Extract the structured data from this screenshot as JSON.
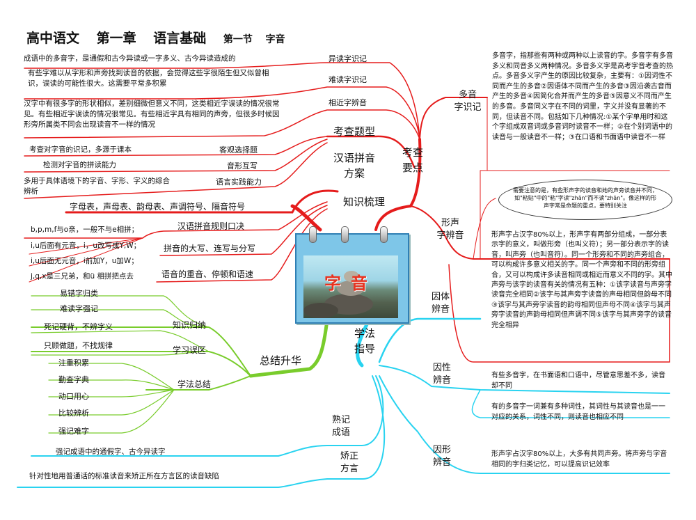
{
  "title": {
    "textbook": "高中语文",
    "chapter": "第一章",
    "unit": "语言基础",
    "section": "第一节",
    "topic": "字音"
  },
  "center": {
    "label": "字音"
  },
  "branches": {
    "knowledge": "知识梳理",
    "exam_points": "考查\n要点",
    "exam_types": "考查题型",
    "pinyin_plan": "汉语拼音\n方案",
    "summary": "总结升华",
    "methods": "学法\n指导",
    "polyphone": "多音\n字识记",
    "shape_sound": "形声\n字辨音",
    "by_body": "因体\n辨音",
    "by_pos": "因性\n辨音",
    "by_shape": "因形\n辨音",
    "memorize": "熟记\n成语",
    "correct": "矫正\n方言"
  },
  "exam_point_items": [
    {
      "label": "异读字识记",
      "desc": "成语中的多音字，是通假和古今异读或一字多义、古今异读造成的"
    },
    {
      "label": "难读字识记",
      "desc": "有些字难以从字形和声旁找到读音的依据，会觉得这些字很陌生但又似曾相识，误读的可能性很大。这需要平常多积累"
    },
    {
      "label": "相近字辨音",
      "desc": "汉字中有很多字的形状相似，差别细微但意义不同，这类相近字误读的情况很常见。有些相近字误读的情况很常见。有些相近字具有相同的声旁，但很多时候因形旁所属类不同会出现读音不一样的情况"
    }
  ],
  "exam_type_items": [
    {
      "label": "客观选择题",
      "desc": "考查对字音的识记，多源于课本"
    },
    {
      "label": "音形互写",
      "desc": "检测对字音的拼读能力"
    },
    {
      "label": "语言实践能力",
      "desc": "多用于具体语境下的字音、字形、字义的综合辨析"
    }
  ],
  "pinyin_items": {
    "components": "字母表，声母表、韵母表、声调符号、隔音符号",
    "rules_label": "汉语拼音规则口决",
    "rules": [
      "b,p,m,f与o亲，一般不与e相拼；",
      "i,u后面有元音，i，u改写成Y,W；",
      "i,u后面无元音，i前加Y，u加W；",
      "j,q,x是三兄弟，和ü 相拼把点去"
    ],
    "caps": "拼音的大写、连写与分写",
    "tones": "语音的重音、停顿和语速"
  },
  "summary_groups": {
    "knowledge": {
      "label": "知识归纳",
      "items": [
        "易错字归类",
        "难读字强记"
      ]
    },
    "mistakes": {
      "label": "学习误区",
      "items": [
        "死记硬背，不辨字义",
        "只顾做题，不找规律"
      ]
    },
    "methods": {
      "label": "学法总结",
      "items": [
        "注重积累",
        "勤查字典",
        "动口用心",
        "比较辨析",
        "强记难字"
      ]
    }
  },
  "method_notes": {
    "memorize": "强记成语中的通假字、古今异读字",
    "correct": "针对性地用普通话的标准读音来矫正所在方言区的读音缺陷"
  },
  "right_notes": {
    "polyphone": "多音字，指那些有两种或两种以上读音的字。多音字有多音多义和同音多义两种情况。多音多义字是高考字音考查的热点。多音多义字产生的原因比较复杂，主要有：①因词性不同而产生的多音②因语体不同而产生的多音③因沿袭古音而产生的多音④因简化合并而产生的多音⑤因意义不同而产生的多音。多音同义字在不同的词里，字义并没有显著的不同，但读音不同。包括如下几种情况:①某个字单用时和这个字组成双音词或多音词时读音不一样；②在个别词语中的读音与一般读音不一样；③在口语和书面语中读音不一样",
    "bubble": "需要注意的是，有些形声字的读音和她的声旁读音并不同，如\"粘贴\"中的\"粘\"字读\"zhān\"而不读\"zhān\"。像这样的形声字常是命题的重点，要特别关注",
    "shape_sound": "形声字占汉字80%以上，形声字有两部分组成，一部分表示字的意义，叫做形旁（也叫义符）；另一部分表示字的读音，叫声旁（也叫音符）。同一个形旁和不同的声旁组合，可以构成许多意义相关的字。同一个声旁和不同的形旁组合，又可以构成许多读音相同或相近而意义不同的字。其中声旁与该字的读音有关的情况有五种：①该字读音与声旁字读音完全相同②该字与其声旁字读音的声母相同但韵母不同③该字与其声旁字读音的韵母相同但声母不同④该字与其声旁字读音的声韵母相同但声调不同⑤该字与其声旁字的读音完全相异",
    "by_pos": "有些多音字，在书面语和口语中，尽管意思差不多，读音却不同",
    "by_pos2": "有的多音字一词兼有多种词性，其词性与其读音也是一一对应的关系，词性不同，则读音也相应不同",
    "by_shape": "形声字占汉字80%以上，大多有共同声旁。将声旁与字音相同的字归类记忆，可以提高识记效率"
  }
}
